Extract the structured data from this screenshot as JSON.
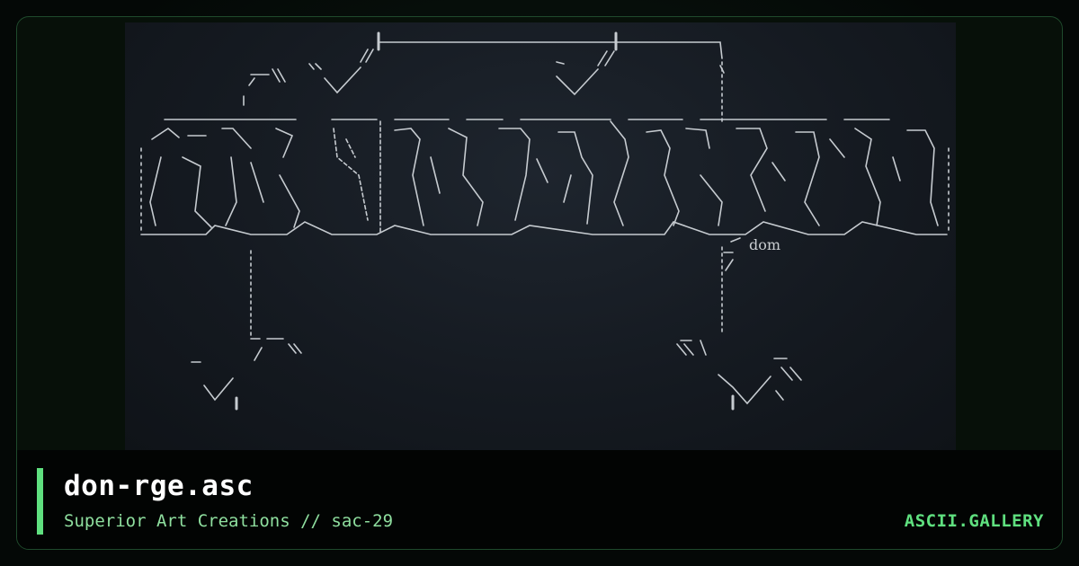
{
  "artwork": {
    "tag_text": "dom"
  },
  "footer": {
    "title": "don-rge.asc",
    "subtitle": "Superior Art Creations // sac-29",
    "brand": "ASCII.GALLERY"
  },
  "colors": {
    "accent": "#5fe07f",
    "subtitle": "#8fdf9f",
    "frame_border": "#1f4a2c",
    "art_background": "#151a21"
  }
}
